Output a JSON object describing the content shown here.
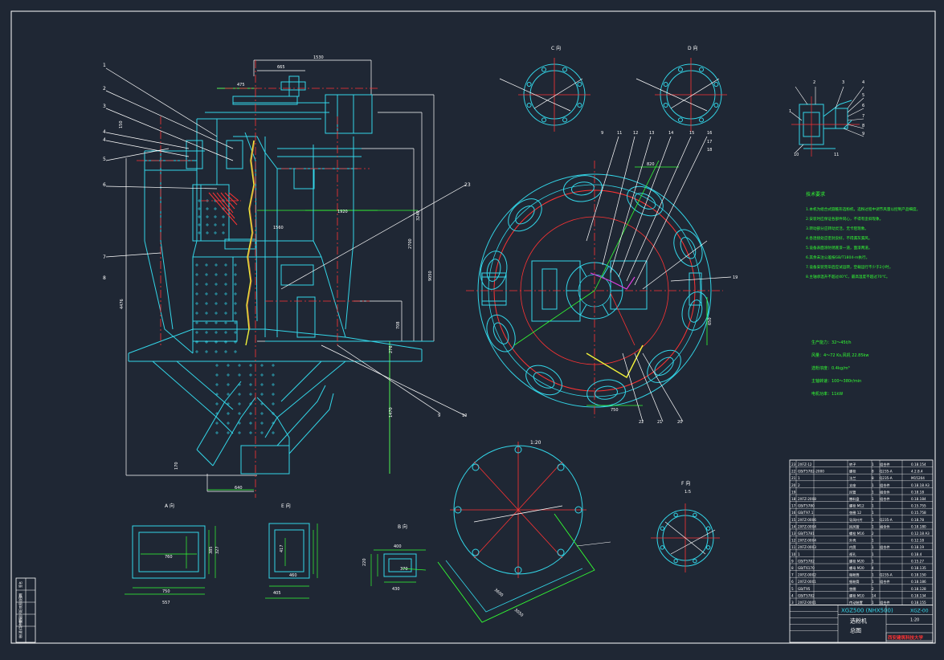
{
  "drawing": {
    "numbers_left": [
      "1",
      "2",
      "3",
      "4",
      "4",
      "5",
      "6",
      "7",
      "8",
      "23"
    ],
    "numbers_right_top": [
      "9",
      "11",
      "12",
      "13",
      "14",
      "15",
      "16",
      "17",
      "18"
    ],
    "numbers_mid": [
      "9",
      "10",
      "19",
      "20",
      "21",
      "22"
    ],
    "inset_numbers": [
      "1",
      "2",
      "3",
      "4",
      "5",
      "6",
      "7",
      "8",
      "9",
      "10",
      "11"
    ],
    "dims_main": [
      "1530",
      "665",
      "475",
      "150",
      "2700",
      "3240",
      "9050",
      "4476",
      "1470",
      "276",
      "708",
      "640",
      "170",
      "1920",
      "1560"
    ],
    "view_labels": [
      "C 向",
      "D 向",
      "A 向",
      "E 向",
      "B 向",
      "F 向",
      "1:20",
      "1:5"
    ],
    "plan_dims": [
      "820",
      "650",
      "750"
    ],
    "small_dims": [
      "750",
      "557",
      "760",
      "327",
      "385",
      "417",
      "405",
      "460",
      "400",
      "430",
      "220",
      "370",
      "3600",
      "3050"
    ],
    "notes_title": "技术要求",
    "notes_lines": [
      "1.本机为组合式圆锥形选粉机，选粉过程中调节风量以控制产品细度。",
      "2.安装时应保证各部件同心，不得有歪斜现象。",
      "3.转动部分应转动灵活，无卡阻现象。",
      "4.各连接处应密封良好，不得漏灰漏风。",
      "5.设备表面涂防锈底漆一道，面漆两道。",
      "6.其余未注公差按GB/T1804-m执行。",
      "7.设备安装完毕后应试运转，空载运行不少于2小时。",
      "8.主轴承温升不超过40℃，最高温度不超过70℃。"
    ],
    "specs": [
      "生产能力：32～45t/h",
      "风量：4～72 Ks,风机 22.85kw",
      "选粉浓度：0.4kg/m³",
      "主轴转速：100～380r/min",
      "电机功率：11kW"
    ],
    "bom_rows": [
      [
        "23",
        "2XFZ-12",
        "转子",
        "1",
        "组合件",
        "0.18.154"
      ],
      [
        "22",
        "GB/T5782-2000",
        "螺栓",
        "8",
        "Q235-A",
        "4.2.8.4"
      ],
      [
        "21",
        "1",
        "法兰",
        "8",
        "Q235-A",
        "M15204"
      ],
      [
        "20",
        "2",
        "支座",
        "1",
        "组合件",
        "0.18.18 A3"
      ],
      [
        "19",
        "",
        "风管",
        "1",
        "组合件",
        "0.18.18"
      ],
      [
        "18",
        "2XFZ-2008",
        "撒料盘",
        "1",
        "组合件",
        "0.18.184"
      ],
      [
        "17",
        "GB/T5780",
        "螺栓 M12",
        "1",
        "",
        "0.15.755"
      ],
      [
        "16",
        "GB/T97.1",
        "垫圈 12",
        "1",
        "",
        "0.15.758"
      ],
      [
        "15",
        "2XFZ-0006",
        "导风叶片",
        "1",
        "Q235-A",
        "0.18.78"
      ],
      [
        "14",
        "2XFZ-0004",
        "回风管",
        "1",
        "组合件",
        "0.18.180"
      ],
      [
        "13",
        "GB/T5781",
        "螺栓 M16",
        "2",
        "",
        "0.12.18 A3"
      ],
      [
        "12",
        "2XFZ-0004",
        "外壳",
        "1",
        "",
        "0.12.18"
      ],
      [
        "11",
        "2XFZ-0003",
        "内筒",
        "1",
        "组合件",
        "0.18.19"
      ],
      [
        "10",
        "1",
        "视孔",
        "1",
        "",
        "0.18.4"
      ],
      [
        "9",
        "GB/T5782",
        "螺栓 M20",
        "1",
        "",
        "0.15.27"
      ],
      [
        "8",
        "GB/T6170",
        "螺母 M20",
        "4",
        "",
        "0.18.135"
      ],
      [
        "7",
        "2XFZ-0002",
        "粗粉筒",
        "1",
        "Q235-A",
        "0.18.150"
      ],
      [
        "6",
        "2XFZ-0001",
        "细粉筒",
        "1",
        "组合件",
        "0.18.186"
      ],
      [
        "5",
        "GB/T95",
        "垫圈",
        "2",
        "",
        "0.18.128"
      ],
      [
        "4",
        "GB/T5782",
        "螺栓 M10",
        "14",
        "",
        "0.18.134"
      ],
      [
        "3",
        "2XFZ-0001",
        "传动装置",
        "1",
        "组合件",
        "0.18.155"
      ]
    ],
    "title_model": "XGZ500 (NHX500)",
    "title_code": "XGZ-00",
    "title_name": "选粉机",
    "title_sub": "总图",
    "title_scale": "1:20",
    "title_stamp": "西安建筑科技大学",
    "left_strip": [
      "签名",
      "日期",
      "旧底图总号",
      "底图总号",
      "借(通)用件登记"
    ]
  },
  "colors": {
    "background": "#1f2734",
    "frame": "#ffffff",
    "outline": "#33d6e8",
    "center": "#ff3333",
    "dimension": "#33ff33",
    "text": "#ffffff",
    "magenta": "#e040e0",
    "yellow": "#f2f23a",
    "brown": "#c87a3a"
  }
}
